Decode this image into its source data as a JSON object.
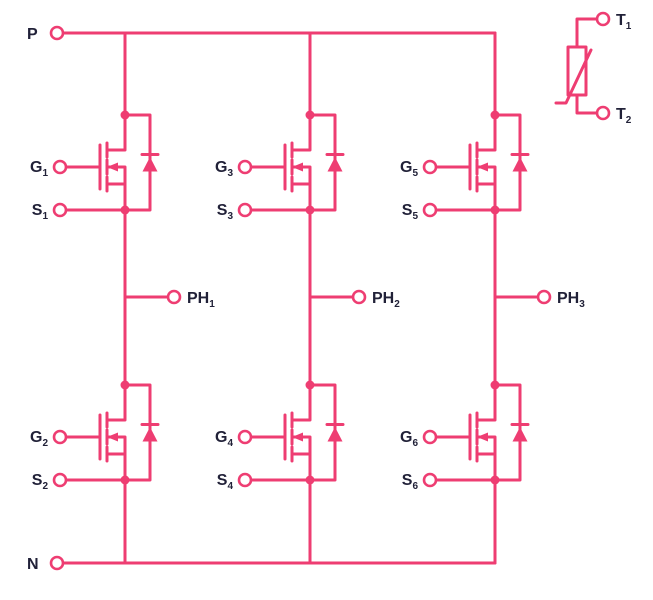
{
  "colors": {
    "accent": "#ee3d72",
    "label": "#212138",
    "background": "#ffffff"
  },
  "rails": {
    "p": "P",
    "n": "N"
  },
  "phases": [
    {
      "base": "PH",
      "sub": "1"
    },
    {
      "base": "PH",
      "sub": "2"
    },
    {
      "base": "PH",
      "sub": "3"
    }
  ],
  "mosfets": [
    {
      "gate": {
        "base": "G",
        "sub": "1"
      },
      "source": {
        "base": "S",
        "sub": "1"
      }
    },
    {
      "gate": {
        "base": "G",
        "sub": "2"
      },
      "source": {
        "base": "S",
        "sub": "2"
      }
    },
    {
      "gate": {
        "base": "G",
        "sub": "3"
      },
      "source": {
        "base": "S",
        "sub": "3"
      }
    },
    {
      "gate": {
        "base": "G",
        "sub": "4"
      },
      "source": {
        "base": "S",
        "sub": "4"
      }
    },
    {
      "gate": {
        "base": "G",
        "sub": "5"
      },
      "source": {
        "base": "S",
        "sub": "5"
      }
    },
    {
      "gate": {
        "base": "G",
        "sub": "6"
      },
      "source": {
        "base": "S",
        "sub": "6"
      }
    }
  ],
  "thermistor": {
    "t1": {
      "base": "T",
      "sub": "1"
    },
    "t2": {
      "base": "T",
      "sub": "2"
    }
  }
}
